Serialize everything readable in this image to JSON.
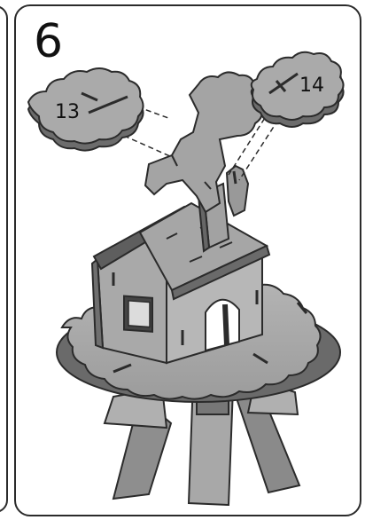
{
  "step": {
    "number": "6"
  },
  "parts": [
    {
      "label": "13"
    },
    {
      "label": "14"
    }
  ],
  "colors": {
    "outline": "#2b2b2b",
    "part_fill": "#a9a9a9",
    "part_side": "#6f6f6f",
    "background": "#ffffff"
  }
}
